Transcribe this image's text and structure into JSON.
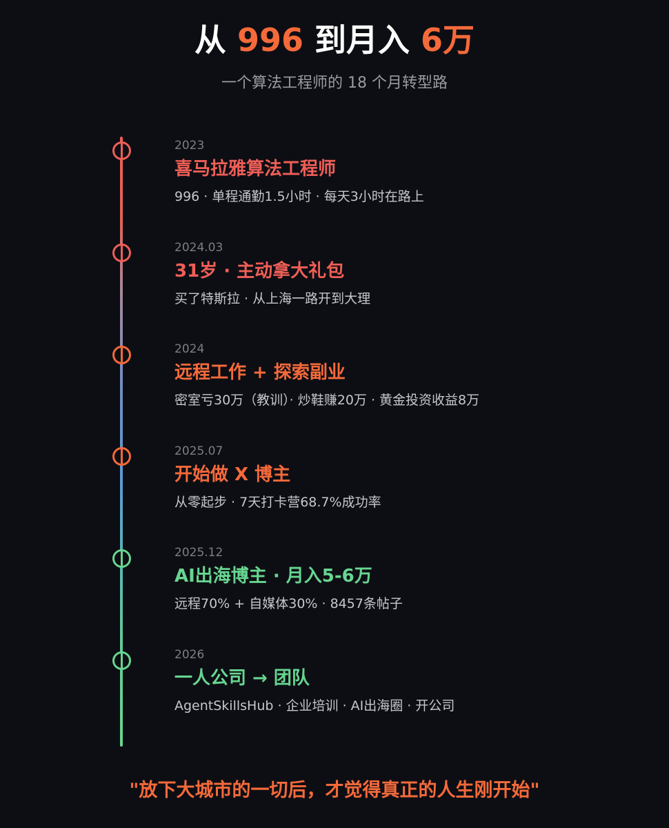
{
  "title": {
    "part1": "从 ",
    "part2": "996",
    "part3": " 到月入 ",
    "part4": "6万"
  },
  "subtitle": "一个算法工程师的 18 个月转型路",
  "colors": {
    "accent": "#f56a3a",
    "red": "#ee5f57",
    "orange": "#f56a3a",
    "green": "#67d690"
  },
  "timeline": [
    {
      "date": "2023",
      "heading": "喜马拉雅算法工程师",
      "detail": "996 · 单程通勤1.5小时 · 每天3小时在路上",
      "color": "#ee5f57"
    },
    {
      "date": "2024.03",
      "heading": "31岁 · 主动拿大礼包",
      "detail": "买了特斯拉 · 从上海一路开到大理",
      "color": "#ee5f57"
    },
    {
      "date": "2024",
      "heading": "远程工作 + 探索副业",
      "detail": "密室亏30万（教训）· 炒鞋赚20万 · 黄金投资收益8万",
      "color": "#f56a3a"
    },
    {
      "date": "2025.07",
      "heading": "开始做 X 博主",
      "detail": "从零起步 · 7天打卡营68.7%成功率",
      "color": "#f56a3a"
    },
    {
      "date": "2025.12",
      "heading": "AI出海博主 · 月入5-6万",
      "detail": "远程70% + 自媒体30% · 8457条帖子",
      "color": "#67d690"
    },
    {
      "date": "2026",
      "heading": "一人公司 → 团队",
      "detail": "AgentSkillsHub · 企业培训 · AI出海圈 · 开公司",
      "color": "#67d690"
    }
  ],
  "quote": "\"放下大城市的一切后，才觉得真正的人生刚开始\""
}
